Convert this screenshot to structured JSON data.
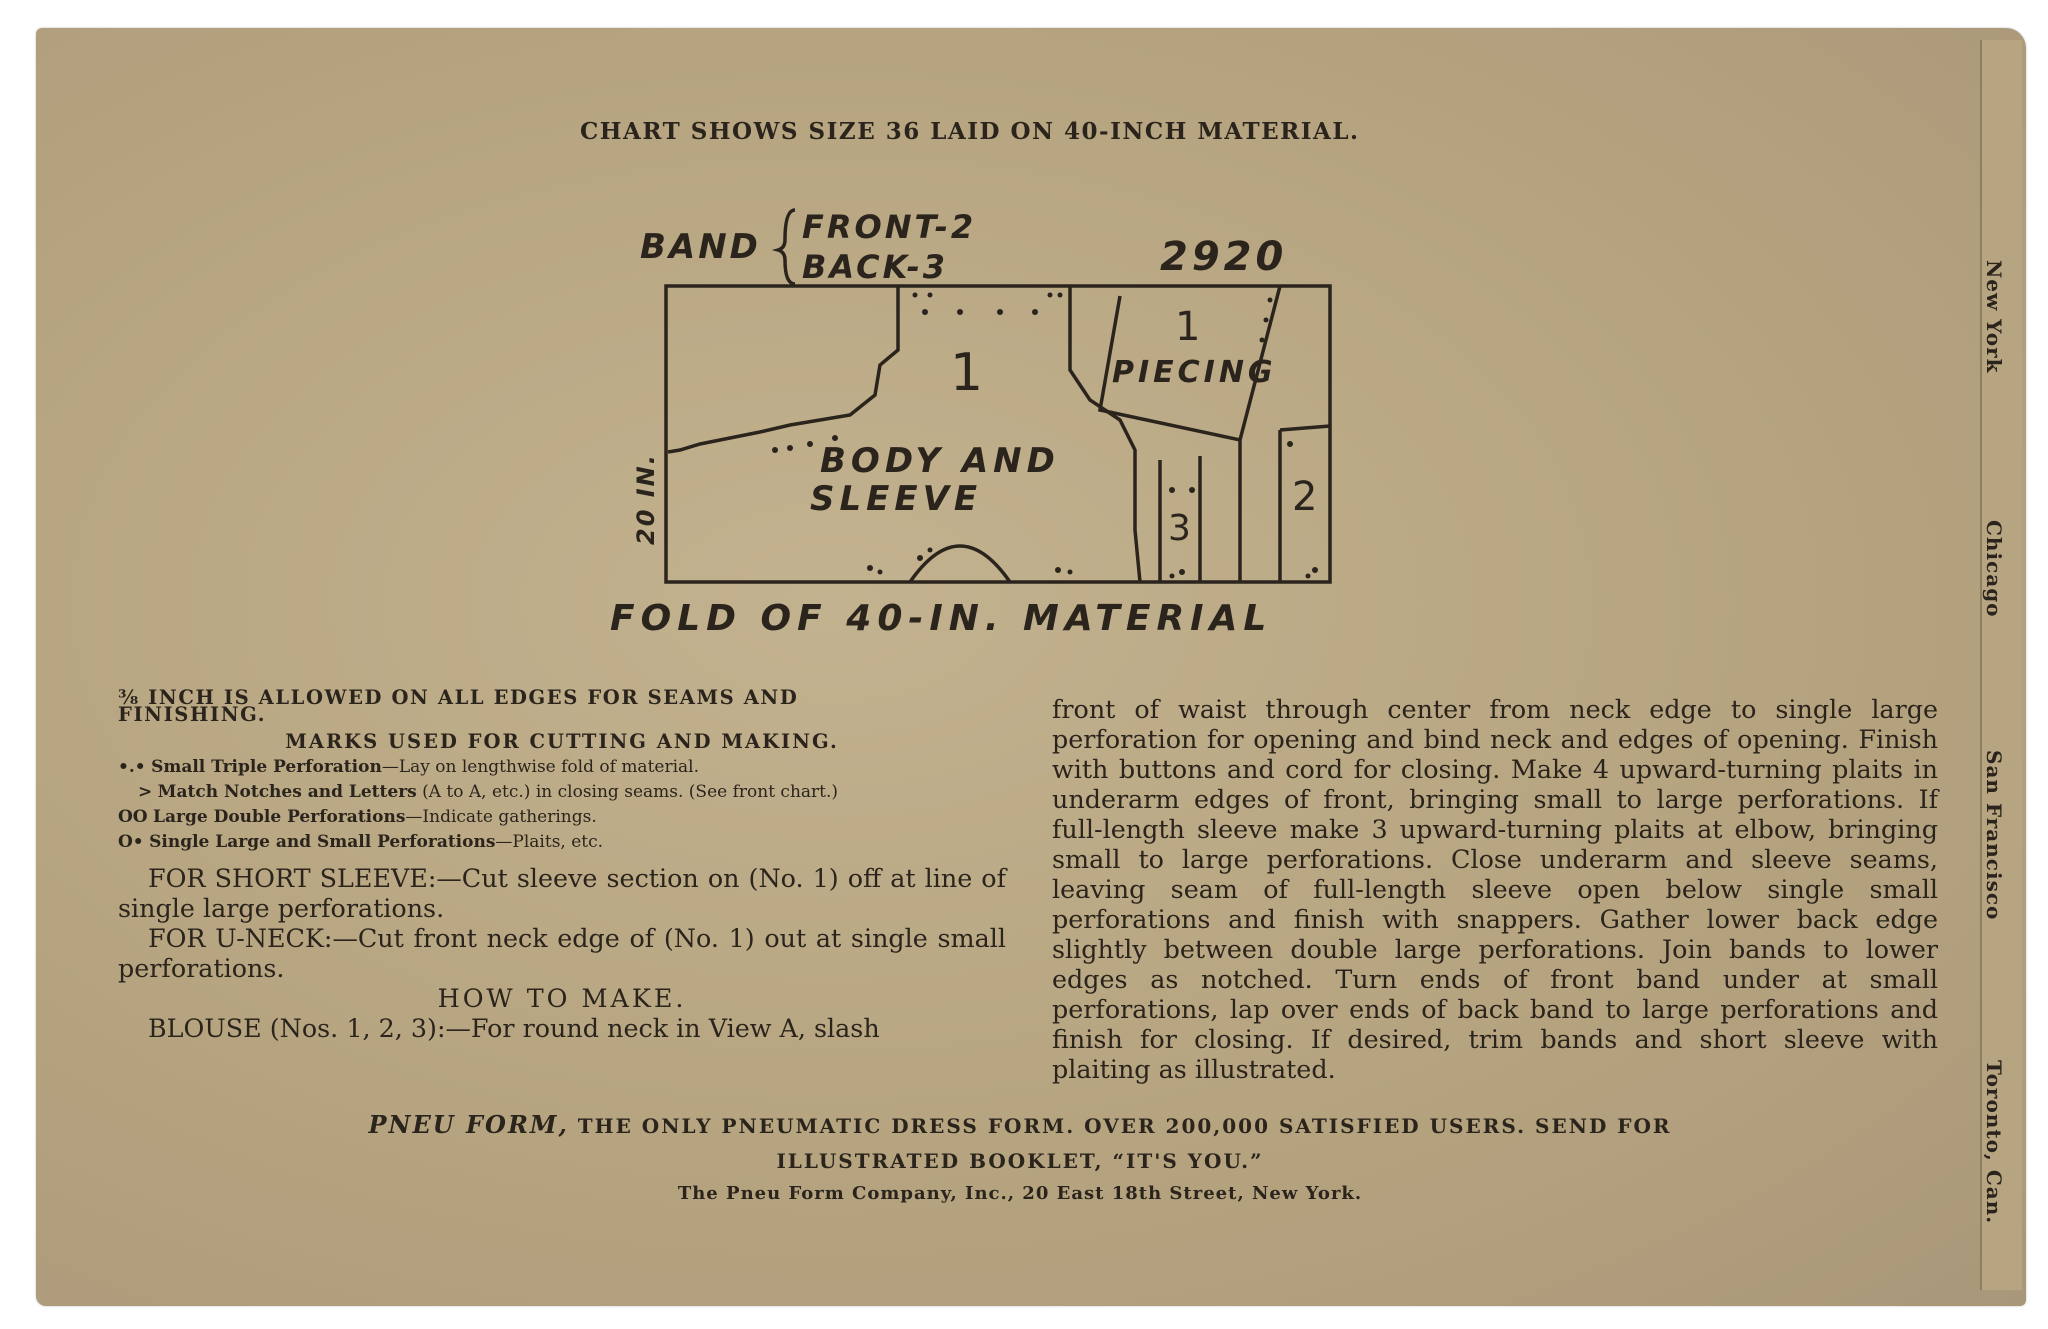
{
  "chart_title": "CHART SHOWS SIZE 36 LAID ON 40-INCH MATERIAL.",
  "diagram": {
    "band_label": "BAND",
    "band_front": "FRONT-2",
    "band_back": "BACK-3",
    "pattern_number": "2920",
    "width_label": "20 IN.",
    "body_number": "1",
    "body_label_1": "BODY AND",
    "body_label_2": "SLEEVE",
    "piecing_number": "1",
    "piecing_label": "PIECING",
    "piece_3": "3",
    "piece_2": "2",
    "fold_label": "FOLD OF 40-IN. MATERIAL"
  },
  "left": {
    "seam_note_1": "⅜ INCH IS ALLOWED ON ALL EDGES FOR SEAMS AND",
    "seam_note_2": "FINISHING.",
    "marks_heading": "MARKS USED FOR CUTTING AND MAKING.",
    "marks": [
      {
        "symbol": "•.•",
        "bold": "Small Triple Perforation",
        "text": "—Lay on lengthwise fold of material."
      },
      {
        "symbol": ">",
        "bold": "Match Notches and Letters",
        "text": " (A to A, etc.) in closing seams. (See front chart.)"
      },
      {
        "symbol": "OO",
        "bold": "Large Double Perforations",
        "text": "—Indicate gatherings."
      },
      {
        "symbol": "O•",
        "bold": "Single Large and Small Perforations",
        "text": "—Plaits, etc."
      }
    ],
    "short_sleeve": "FOR SHORT SLEEVE:—Cut sleeve section on (No. 1) off at line of single large perforations.",
    "u_neck": "FOR U-NECK:—Cut front neck edge of (No. 1) out at single small perforations.",
    "how_heading": "HOW TO MAKE.",
    "blouse": "BLOUSE (Nos. 1, 2, 3):—For round neck in View A, slash"
  },
  "right": {
    "text": "front of waist through center from neck edge to single large perforation for opening and bind neck and edges of opening. Finish with buttons and cord for closing. Make 4 upward-turning plaits in underarm edges of front, bringing small to large perforations. If full-length sleeve make 3 upward-turning plaits at elbow, bringing small to large perforations. Close underarm and sleeve seams, leaving seam of full-length sleeve open below single small perforations and finish with snappers. Gather lower back edge slightly between double large perforations. Join bands to lower edges as notched. Turn ends of front band under at small perforations, lap over ends of back band to large perforations and finish for closing. If desired, trim bands and short sleeve with plaiting as illustrated."
  },
  "footer": {
    "brand": "PNEU FORM,",
    "line1": "THE ONLY PNEUMATIC DRESS FORM. OVER 200,000 SATISFIED USERS. SEND FOR",
    "line2": "ILLUSTRATED BOOKLET, “IT'S YOU.”",
    "company": "The Pneu Form Company, Inc., 20 East 18th Street, New York."
  },
  "side_cities": [
    "New York",
    "Chicago",
    "San Francisco",
    "Toronto, Can."
  ]
}
